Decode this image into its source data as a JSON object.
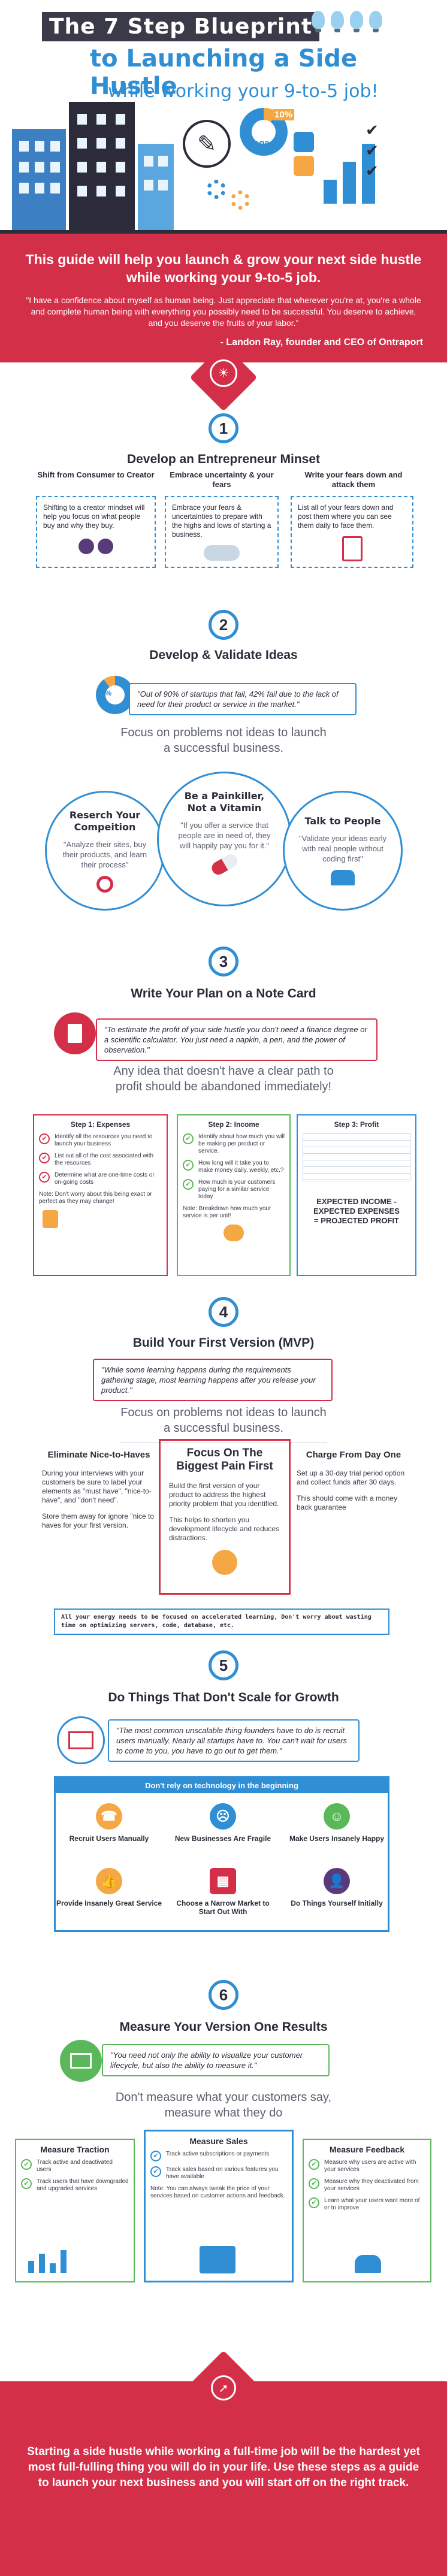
{
  "hero": {
    "title": "The 7 Step Blueprint",
    "subtitle": "to Launching a Side Hustle",
    "subtitle2": "while working your 9-to-5 job!",
    "gauge_small": "10%",
    "gauge_big": "90%"
  },
  "banner": {
    "heading": "This guide will help you launch & grow your next side hustle while working your 9-to-5 job.",
    "quote": "\"I have a confidence about myself as human being. Just appreciate that wherever you're at, you're a whole and complete human being with everything you possibly need to be successful. You deserve to achieve, and you deserve the fruits of your labor.\"",
    "author": "- Landon Ray, founder and CEO of Ontraport"
  },
  "step1": {
    "number": "1",
    "title": "Develop an Entrepreneur Minset",
    "cols": [
      {
        "heading": "Shift from Consumer to Creator",
        "text": "Shifting to a creator mindset will help you focus on what people buy and why they buy."
      },
      {
        "heading": "Embrace uncertainty & your fears",
        "text": "Embrace your fears & uncertainties to prepare with the highs and lows of starting a business."
      },
      {
        "heading": "Write your fears down and attack them",
        "text": "List all of your fears down and post them where you can see them daily to face them."
      }
    ]
  },
  "step2": {
    "number": "2",
    "title": "Develop & Validate Ideas",
    "pct": "90%",
    "quote": "\"Out of 90% of startups that fail, 42% fail due to the lack of need for their product or service in the market.\"",
    "focus": "Focus on problems not ideas to launch a successful business.",
    "circles": [
      {
        "title": "Reserch Your Compeition",
        "text": "\"Analyze their sites, buy their products, and learn their process\""
      },
      {
        "title": "Be a Painkiller, Not a Vitamin",
        "text": "\"If you offer a service that people are in need of, they will happily pay you for it.\""
      },
      {
        "title": "Talk to People",
        "text": "\"Validate your ideas early with real people without coding first\""
      }
    ]
  },
  "step3": {
    "number": "3",
    "title": "Write Your Plan on a Note Card",
    "quote": "\"To estimate the profit of your side hustle you don't need a finance degree or a scientific calculator. You just need a napkin, a pen, and the power of observation.\"",
    "focus": "Any idea that doesn't have a clear path to profit should be abandoned immediately!",
    "expenses": {
      "heading": "Step 1: Expenses",
      "rows": [
        "Identify all the resources you need to launch your business",
        "List out all of the cost associated with the resources",
        "Determine what are one-time costs or on-going costs"
      ],
      "note": "Note: Don't worry about this being exact or perfect as they may change!"
    },
    "income": {
      "heading": "Step 2: Income",
      "rows": [
        "Identify about how much you will be making per product or service.",
        "How long will it take you to make money daily, weekly, etc.?",
        "How much is your customers paying for a similar service today"
      ],
      "note": "Note: Breakdown how much your service is per unit!"
    },
    "profit": {
      "heading": "Step 3: Profit",
      "formula": "EXPECTED INCOME - EXPECTED EXPENSES = PROJECTED PROFIT"
    }
  },
  "step4": {
    "number": "4",
    "title": "Build Your First Version (MVP)",
    "quote": "\"While some learning happens during the requirements gathering stage, most learning happens after you release your product.\"",
    "focus": "Focus on problems not ideas to launch a successful business.",
    "cols": [
      {
        "heading": "Eliminate Nice-to-Haves",
        "p1": "During your interviews with your customers be sure to label your elements as \"must have\", \"nice-to-have\", and \"don't need\".",
        "p2": "Store them away for ignore \"nice to haves for your first version."
      },
      {
        "heading": "Focus On The Biggest Pain First",
        "p1": "Build the first version of your product to address the highest priority problem that you identified.",
        "p2": "This helps to shorten you development lifecycle and reduces distractions."
      },
      {
        "heading": "Charge From Day One",
        "p1": "Set up a 30-day trial period option and collect funds after 30 days.",
        "p2": "This should come with a money back guarantee"
      }
    ],
    "banner": "All your energy needs to be focused on accelerated learning, Don't worry about wasting time on optimizing servers, code, database, etc."
  },
  "step5": {
    "number": "5",
    "title": "Do Things That Don't Scale for Growth",
    "quote": "\"The most common unscalable thing founders have to do is recruit users manually. Nearly all startups have to. You can't wait for users to come to you, you have to go out to get them.\"",
    "panel_head": "Don't rely on technology in the beginning",
    "items": [
      "Recruit Users Manually",
      "New Businesses Are Fragile",
      "Make Users Insanely Happy",
      "Provide Insanely Great Service",
      "Choose a Narrow Market to Start Out With",
      "Do Things Yourself Initially"
    ]
  },
  "step6": {
    "number": "6",
    "title": "Measure Your Version One Results",
    "quote": "\"You need not only the ability to visualize your customer lifecycle, but also the ability to measure it.\"",
    "focus": "Don't measure what your customers say, measure what they do",
    "cards": [
      {
        "heading": "Measure Traction",
        "rows": [
          "Track active and deactivated users",
          "Track users that have downgraded and upgraded services"
        ]
      },
      {
        "heading": "Measure Sales",
        "rows": [
          "Track active subscriptions or payments",
          "Track sales based on various features you have available"
        ],
        "note": "Note: You can always tweak the price of your services based on customer actions and feedback."
      },
      {
        "heading": "Measure Feedback",
        "rows": [
          "Measure why users are active with your services",
          "Measure why they deactivated from your services",
          "Learn what your users want more of or to improve"
        ]
      }
    ]
  },
  "footer": {
    "text": "Starting a side hustle while working a full-time job will be the hardest yet most full-fulling thing you will do in your life. Use these steps as a guide to launch your next business and you will start off on the right track."
  },
  "colors": {
    "accent_red": "#d42f48",
    "accent_blue": "#2f8ed4",
    "dark": "#2b2b3a"
  }
}
